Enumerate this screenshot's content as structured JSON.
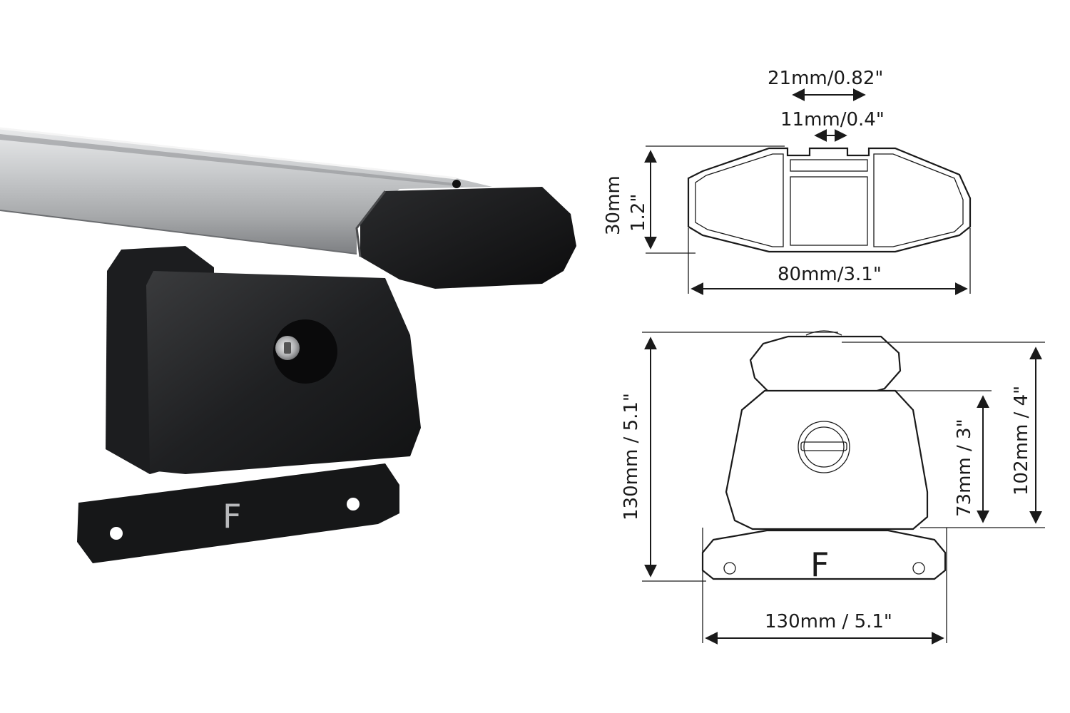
{
  "render": {
    "base_plate_letter": "F"
  },
  "profile": {
    "groove_top_width": "21mm/0.82\"",
    "groove_inner_width": "11mm/0.4\"",
    "height_mm": "30mm",
    "height_in": "1.2\"",
    "width": "80mm/3.1\""
  },
  "foot": {
    "total_height": "130mm / 5.1\"",
    "base_width": "130mm / 5.1\"",
    "foot_height": "102mm / 4\"",
    "body_height": "73mm / 3\"",
    "plate_letter": "F"
  }
}
